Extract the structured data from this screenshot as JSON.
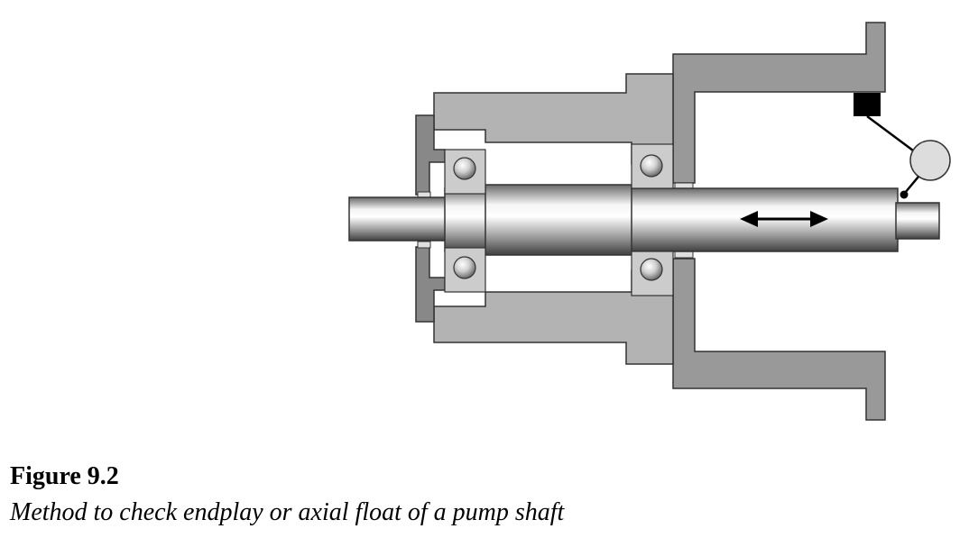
{
  "figure": {
    "number": "Figure 9.2",
    "caption": "Method to check endplay or axial float of a pump shaft"
  },
  "colors": {
    "housing_fill": "#999999",
    "cover_fill": "#b3b3b3",
    "outline": "#444444",
    "shaft_light": "#f2f2f2",
    "shaft_dark": "#555555",
    "indicator_body": "#dddddd",
    "indicator_mount": "#000000"
  },
  "icons": {
    "axial_arrow": "double-headed-horizontal-arrow",
    "dial_indicator": "dial-indicator-gauge"
  }
}
